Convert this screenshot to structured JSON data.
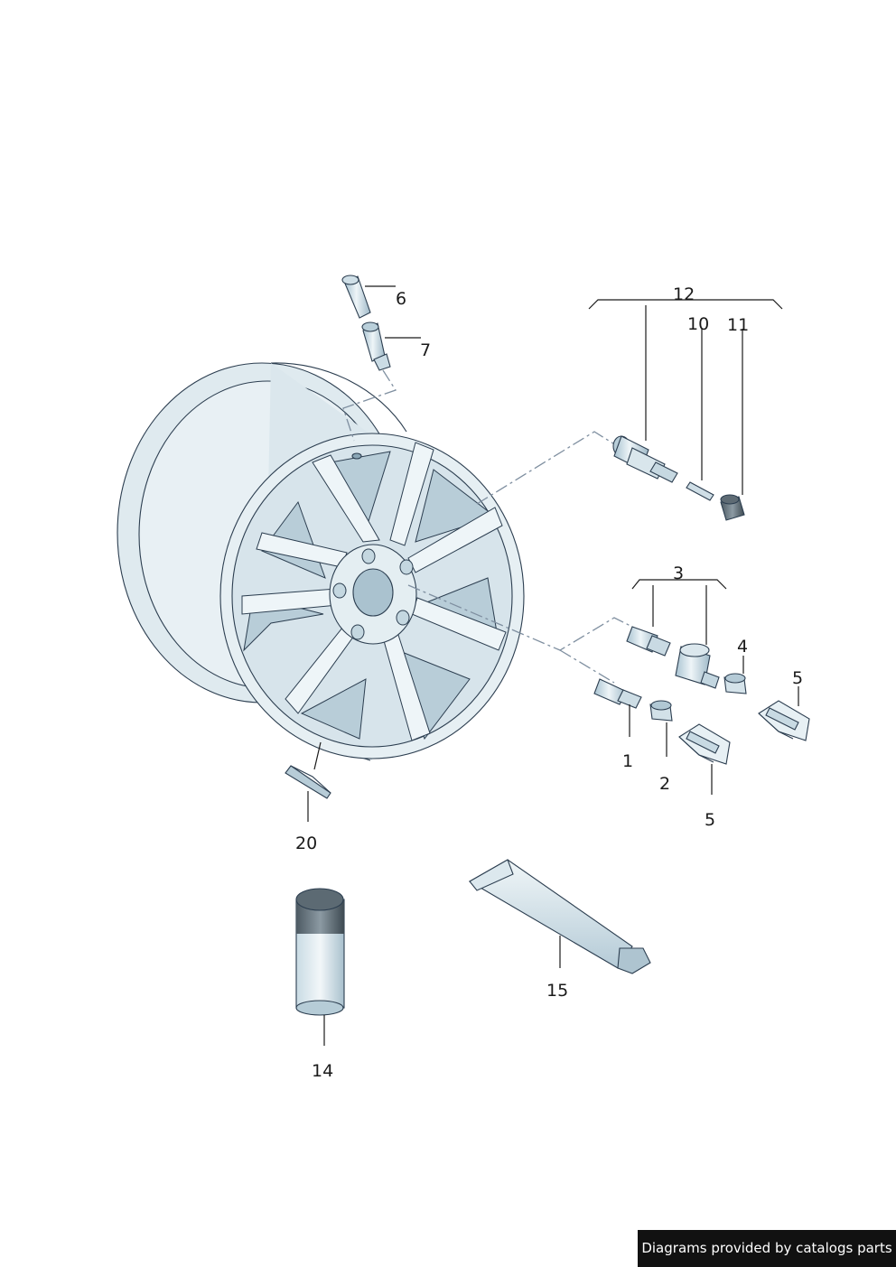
{
  "callouts": {
    "c1": "1",
    "c2": "2",
    "c3": "3",
    "c4": "4",
    "c5a": "5",
    "c5b": "5",
    "c6": "6",
    "c7": "7",
    "c10": "10",
    "c11": "11",
    "c12": "12",
    "c14": "14",
    "c15": "15",
    "c20": "20"
  },
  "footer": {
    "credit": "Diagrams provided by catalogs parts"
  },
  "colors": {
    "part_fill": "#e2edf2",
    "part_shade": "#b9d0dc",
    "outline": "#2c3e50",
    "axis": "#7f8fa0"
  }
}
